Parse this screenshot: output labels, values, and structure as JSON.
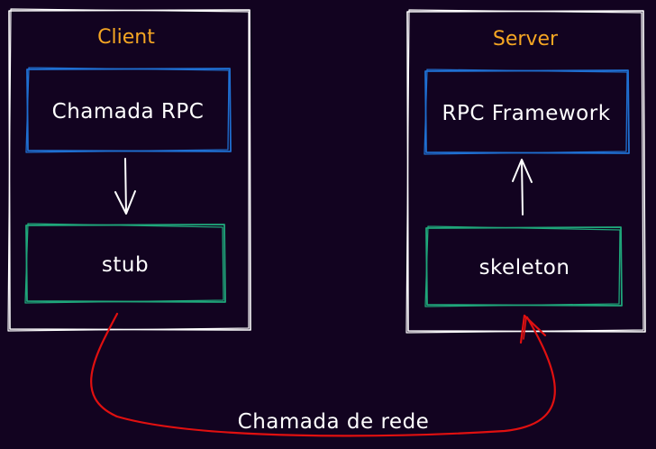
{
  "colors": {
    "background": "#120320",
    "container": "#ffffff",
    "title": "#f5a623",
    "component_blue": "#1f6fd1",
    "component_green": "#1fa67a",
    "arrow": "#ffffff",
    "network_arrow": "#e01010"
  },
  "client": {
    "title": "Client",
    "rpc_call_label": "Chamada RPC",
    "stub_label": "stub"
  },
  "server": {
    "title": "Server",
    "framework_label": "RPC Framework",
    "skeleton_label": "skeleton"
  },
  "network": {
    "label": "Chamada de rede"
  }
}
